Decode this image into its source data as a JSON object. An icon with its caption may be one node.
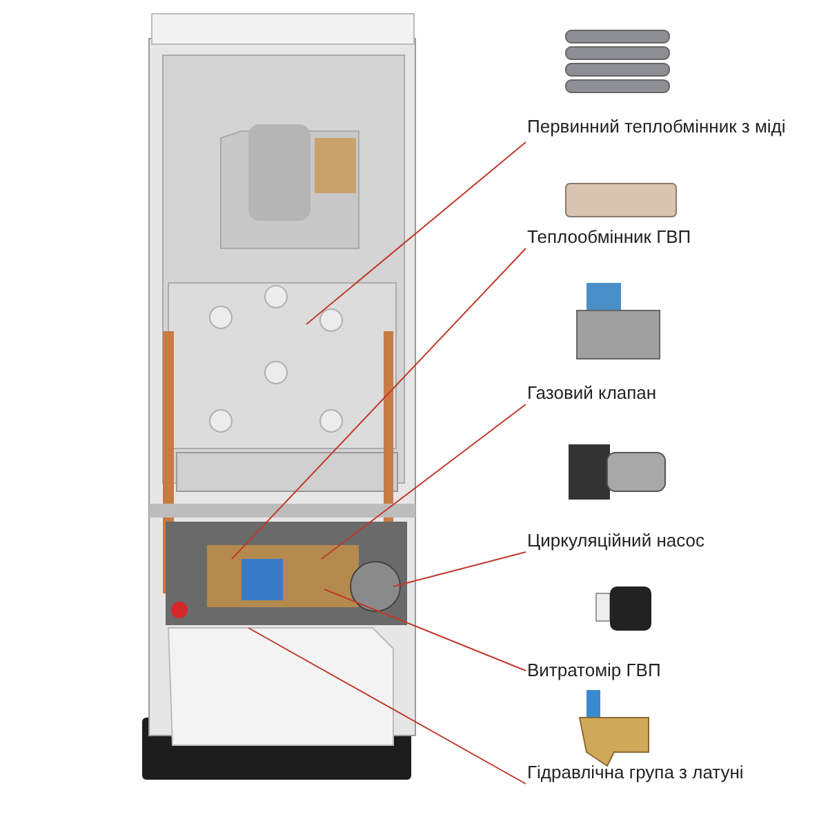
{
  "diagram": {
    "nodes": [
      {
        "text": [
          "Первинний теплобмінник з міді"
        ]
      },
      {
        "text": [
          "Теплообмінник ГВП"
        ]
      },
      {
        "text": [
          "Газовий клапан"
        ]
      },
      {
        "text": [
          "Циркуляційний насос"
        ]
      },
      {
        "text": [
          "Витратомір ГВП"
        ]
      },
      {
        "text": [
          "Гідравлічна група з латуні"
        ]
      }
    ],
    "edges": [
      {
        "from": 0,
        "to": null,
        "arrow": "none"
      },
      {
        "from": 1,
        "to": null,
        "arrow": "none"
      },
      {
        "from": 2,
        "to": null,
        "arrow": "none"
      },
      {
        "from": 3,
        "to": null,
        "arrow": "none"
      },
      {
        "from": 4,
        "to": null,
        "arrow": "none"
      },
      {
        "from": 5,
        "to": null,
        "arrow": "none"
      }
    ]
  }
}
